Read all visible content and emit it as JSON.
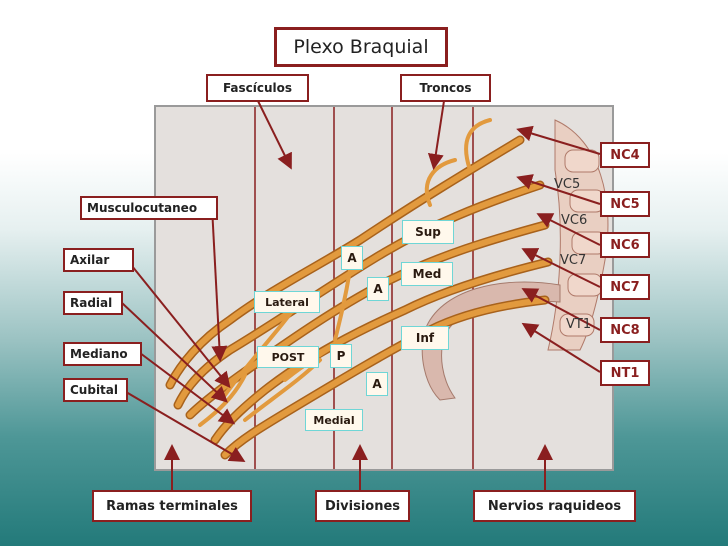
{
  "title": "Plexo Braquial",
  "headers": {
    "fasciculos": "Fascículos",
    "troncos": "Troncos"
  },
  "left_labels": {
    "musculocutaneo": "Musculocutaneo",
    "axilar": "Axilar",
    "radial": "Radial",
    "mediano": "Mediano",
    "cubital": "Cubital"
  },
  "nerve_roots": [
    "NC4",
    "NC5",
    "NC6",
    "NC7",
    "NC8",
    "NT1"
  ],
  "vertebrae": [
    "VC5",
    "VC6",
    "VC7",
    "VT1"
  ],
  "trunks": {
    "sup": "Sup",
    "med": "Med",
    "inf": "Inf"
  },
  "divisions": {
    "a1": "A",
    "a2": "A",
    "p": "P",
    "a3": "A"
  },
  "cords": {
    "lateral": "Lateral",
    "post": "POST",
    "medial": "Medial"
  },
  "bottom_labels": {
    "ramas": "Ramas terminales",
    "divisiones": "Divisiones",
    "nervios": "Nervios raquideos"
  },
  "colors": {
    "frame": "#8a1f1f",
    "nerve": "#d9923a",
    "nerve_dark": "#a8621c",
    "panel": "#e3dfdc",
    "tag_border": "#6fd6d6"
  }
}
